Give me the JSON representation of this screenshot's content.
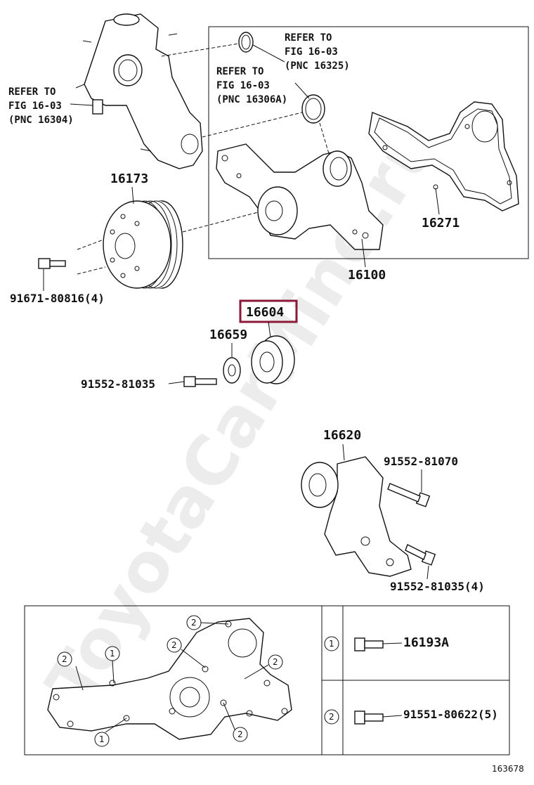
{
  "watermark": "ToyotaCarMine.ru",
  "refs": {
    "top_left": [
      "REFER TO",
      "FIG 16-03",
      "(PNC 16304)"
    ],
    "mid": [
      "REFER TO",
      "FIG 16-03",
      "(PNC 16306A)"
    ],
    "top_right": [
      "REFER TO",
      "FIG 16-03",
      "(PNC 16325)"
    ]
  },
  "parts": {
    "pulley": "16173",
    "pulley_bolt": "91671-80816(4)",
    "water_pump": "16100",
    "gasket": "16271",
    "idler": "16604",
    "washer": "16659",
    "idler_bolt": "91552-81035",
    "tensioner": "16620",
    "tensioner_bolt_a": "91552-81070",
    "tensioner_bolt_b": "91552-81035(4)"
  },
  "legend": {
    "markers": [
      "1",
      "2"
    ],
    "rows": [
      {
        "marker": "1",
        "part": "16193A"
      },
      {
        "marker": "2",
        "part": "91551-80622(5)"
      }
    ]
  },
  "gasket_markers": [
    "2",
    "1",
    "2",
    "2",
    "2",
    "1",
    "2"
  ],
  "figure_id": "163678",
  "highlight_color": "#8b1a3a"
}
